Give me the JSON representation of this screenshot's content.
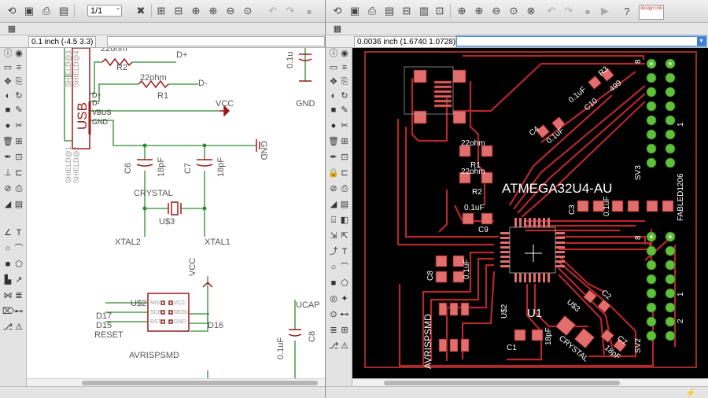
{
  "schematic": {
    "page_box": "1/1",
    "coord": "0.1 inch (-4.5 3.3)",
    "command_value": "",
    "labels": {
      "usb": "USB",
      "dplus_conn": "D+",
      "dminus_conn": "D-",
      "vbus": "VBUS",
      "gnd_pin": "GND",
      "shield1": "SHIELD@1",
      "shield2": "SHIELD@2",
      "shield3": "SHIELD@3",
      "shield4": "SHIELD@4",
      "r2_val": "22ohm",
      "r2": "R2",
      "r1_val": "22ohm",
      "r1": "R1",
      "dplus": "D+",
      "dminus": "D-",
      "vcc": "VCC",
      "gnd_net": "GND",
      "c6": "C6",
      "c6_val": "18pF",
      "c7": "C7",
      "c7_val": "18pF",
      "crystal": "CRYSTAL",
      "u3": "U$3",
      "xtal2": "XTAL2",
      "xtal1": "XTAL1",
      "cap_top": "0.1u",
      "gnd_top": "GND",
      "u2": "U$2",
      "misi": "MISI",
      "vcc_pin": "VCC",
      "sck": "SCK",
      "mosi": "MOSI",
      "rst": "RST",
      "gnd2": "GND",
      "d17": "D17",
      "d15": "D15",
      "reset": "RESET",
      "d16": "D16",
      "vcc2": "VCC",
      "avrisp": "AVRISPSMD",
      "ucap": "UCAP",
      "c8_val": "0.1uF",
      "c8": "C8"
    }
  },
  "board": {
    "coord": "0.0036 inch (1.6740 1.0728)",
    "command_value": "",
    "logo_text": "design link",
    "labels": {
      "r1_val": "22ohm",
      "r1": "R1",
      "r2_val": "22ohm",
      "r2": "R2",
      "c9_val": "0.1uF",
      "c9": "C9",
      "c4": "C4",
      "c4_val": "0.1uF",
      "c10": "C10",
      "c10_val": "0.1uF",
      "r3": "R3",
      "r3_val": "499",
      "mcu": "ATMEGA32U4-AU",
      "c3": "C3",
      "c3_val": "0.1uF",
      "c6b": "R2",
      "c8": "C8",
      "c8_val": "0.1uF",
      "c1": "C1",
      "c1_val": "18pF",
      "u1": "U1",
      "u3": "U$3",
      "crystal": "CRYSTAL",
      "c7": "C7",
      "c7_val": "18pF",
      "c2": "C2",
      "u2": "U$2",
      "avrisp": "AVRISPSMD",
      "sv3": "SV3",
      "sv2": "SV2",
      "led": "FABLED1206",
      "hdr_8a": "8",
      "hdr_1a": "1",
      "hdr_8b": "8",
      "hdr_1b": "1",
      "hdr_2": "2"
    }
  },
  "colors": {
    "trace": "#b4282a",
    "pad_green": "#5fc03a",
    "pin_fill": "#e26d6d",
    "silk": "#ffffff",
    "sch_line": "#2e8b2e",
    "sch_part": "#9b1b1b"
  }
}
